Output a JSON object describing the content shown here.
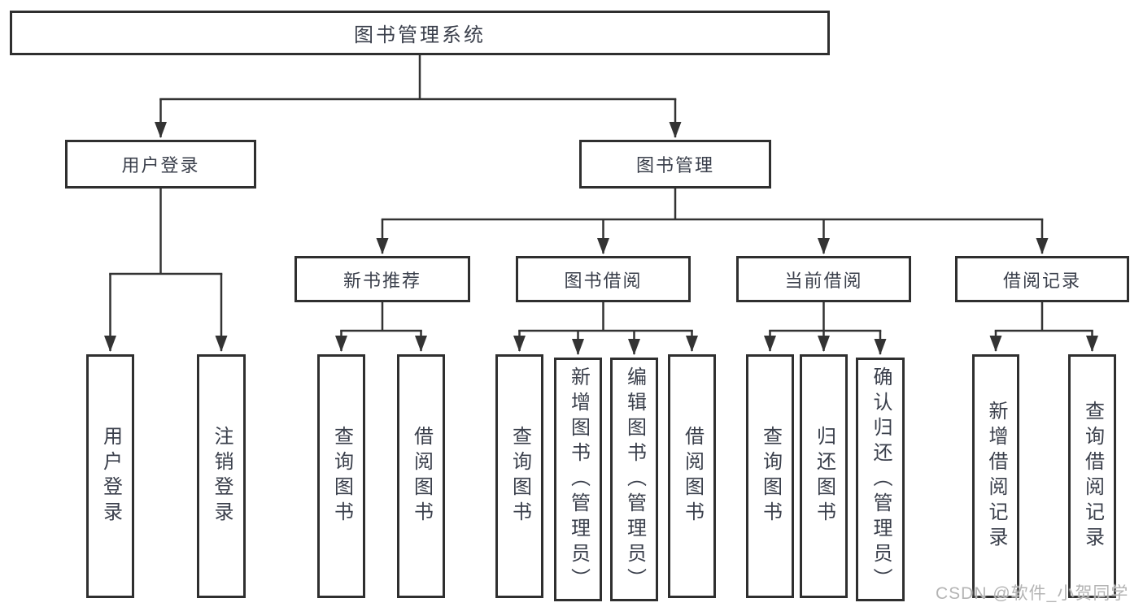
{
  "tree": {
    "root": {
      "label": "图书管理系统"
    },
    "branches": [
      {
        "label": "用户登录",
        "children": [
          {
            "label": "用户登录"
          },
          {
            "label": "注销登录"
          }
        ]
      },
      {
        "label": "图书管理",
        "children": [
          {
            "label": "新书推荐",
            "children": [
              {
                "label": "查询图书"
              },
              {
                "label": "借阅图书"
              }
            ]
          },
          {
            "label": "图书借阅",
            "children": [
              {
                "label": "查询图书"
              },
              {
                "label": "新增图书（管理员）"
              },
              {
                "label": "编辑图书（管理员）"
              },
              {
                "label": "借阅图书"
              }
            ]
          },
          {
            "label": "当前借阅",
            "children": [
              {
                "label": "查询图书"
              },
              {
                "label": "归还图书"
              },
              {
                "label": "确认归还（管理员）"
              }
            ]
          },
          {
            "label": "借阅记录",
            "children": [
              {
                "label": "新增借阅记录"
              },
              {
                "label": "查询借阅记录"
              }
            ]
          }
        ]
      }
    ]
  },
  "watermark": {
    "text": "CSDN @软件_小贺同学"
  },
  "colors": {
    "line": "#333333",
    "border": "#2f2f2f",
    "text": "#3a3f4b",
    "watermark": "#b4b4b4",
    "background": "#ffffff"
  }
}
